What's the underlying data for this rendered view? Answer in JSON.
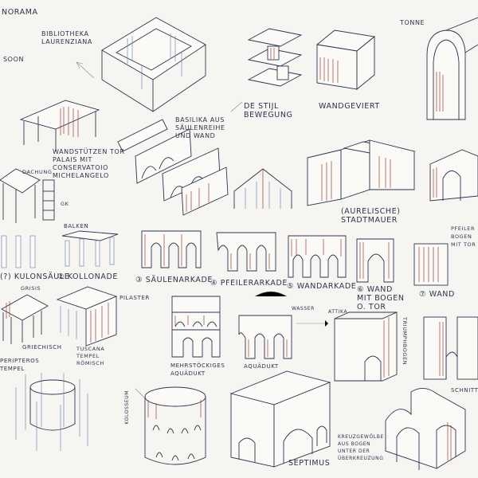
{
  "labels": {
    "panorama": "NORAMA",
    "soon": "SOON",
    "biblioteca": "BIBLIOTHEKA LAURENZIANA",
    "tonne": "TONNE",
    "basilika": "BASILIKA AUS SÄULENREIHE UND WAND",
    "stilbewegung": "DE STIJL BEWEGUNG",
    "wandgeviert": "WANDGEVIERT",
    "wandstuetzen": "WANDSTÜTZEN TOR PALAIS MIT CONSERVATOIO MICHELANGELO",
    "dachung": "DACHUNG",
    "aurelische": "(AURELISCHE) STADTMAUER",
    "gk": "GK",
    "balken": "BALKEN",
    "pfeilerbogen": "PFEILER BOGEN MIT TOR",
    "series_1": "(?) KULONSÄULE",
    "series_2": "② KOLLONADE",
    "series_3": "③ SÄULENARKADE",
    "series_4": "④ PFEILERARKADE",
    "series_5": "⑤ WANDARKADE",
    "series_6": "⑥ WAND MIT BOGEN O. TOR",
    "series_7": "⑦ WAND",
    "grisis": "GRISIS",
    "pilaster": "PILASTER",
    "griechisch": "GRIECHISCH",
    "tempel_roemisch": "TUSCANA TEMPEL RÖMISCH",
    "peripteros": "PERIPTEROS TEMPEL",
    "mehrstoeckig": "MEHRSTÖCKIGES AQUÄDUKT",
    "aquaedukt": "AQUÄDUKT",
    "wasser": "WASSER",
    "attika": "ATTIKA",
    "triumphbogen": "TRIUMPHBOGEN",
    "kolosseum": "KOLOSSEUM",
    "septimius": "SEPTIMUS",
    "tonnengewoelbe": "KREUZGEWÖLBE AUS BOGEN UNTER DER ÜBERKREUZUNG",
    "schnitt": "SCHNITT"
  }
}
